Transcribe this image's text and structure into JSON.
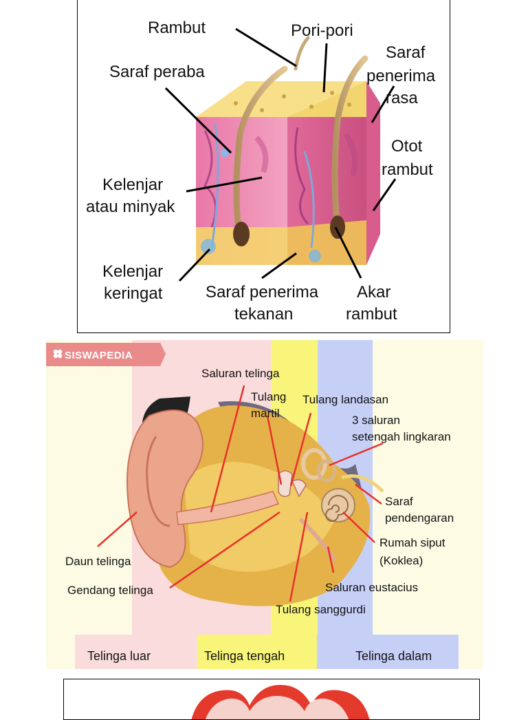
{
  "skin_diagram": {
    "labels": {
      "rambut": "Rambut",
      "pori_pori": "Pori-pori",
      "saraf_penerima_rasa": [
        "Saraf",
        "penerima",
        "rasa"
      ],
      "saraf_peraba": "Saraf peraba",
      "otot_rambut": [
        "Otot",
        "rambut"
      ],
      "kelenjar_minyak": [
        "Kelenjar",
        "atau minyak"
      ],
      "kelenjar_keringat": [
        "Kelenjar",
        "keringat"
      ],
      "saraf_penerima_tekanan": [
        "Saraf penerima",
        "tekanan"
      ],
      "akar_rambut": [
        "Akar",
        "rambut"
      ]
    }
  },
  "ear_diagram": {
    "brand": "SISWAPEDIA",
    "labels": {
      "saluran_telinga": "Saluran telinga",
      "tulang_martil": [
        "Tulang",
        "martil"
      ],
      "tulang_landasan": "Tulang landasan",
      "saluran_setengah_lingkaran": [
        "3 saluran",
        "setengah lingkaran"
      ],
      "saraf_pendengaran": [
        "Saraf",
        "pendengaran"
      ],
      "rumah_siput": [
        "Rumah siput",
        "(Koklea)"
      ],
      "daun_telinga": "Daun telinga",
      "gendang_telinga": "Gendang telinga",
      "saluran_eustacius": "Saluran eustacius",
      "tulang_sanggurdi": "Tulang sanggurdi"
    },
    "zones": {
      "outer": "Telinga luar",
      "middle": "Telinga tengah",
      "inner": "Telinga dalam"
    },
    "colors": {
      "outer_zone": "#fbdcdc",
      "middle_zone": "#f8f57a",
      "inner_zone": "#c6d0f7",
      "background": "#fdfbe4",
      "brand_bg": "#e98b8b",
      "pointer_line": "#e8302a"
    }
  }
}
